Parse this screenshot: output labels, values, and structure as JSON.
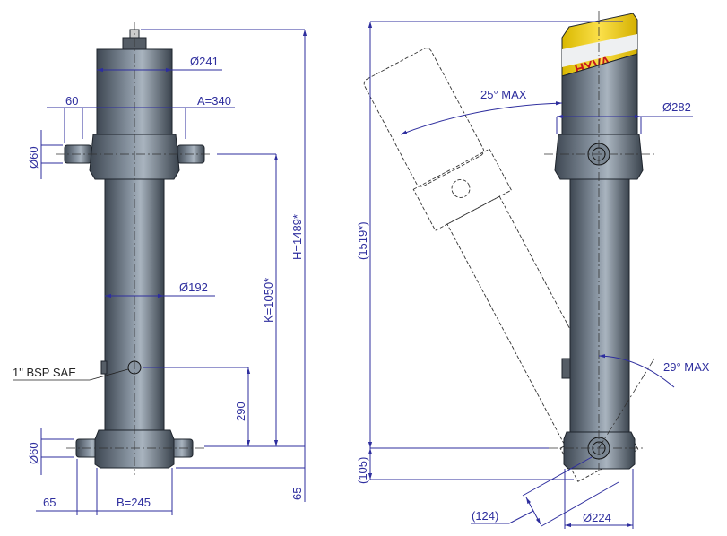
{
  "colors": {
    "dimension": "#2e2e9e",
    "steel": "#5f6b78",
    "yellow": "#f2d21b",
    "logo_red": "#c4161c"
  },
  "left_view": {
    "dia_top": "Ø241",
    "trunnion_offset": "60",
    "trunnion_span": "A=340",
    "trunnion_dia_top": "Ø60",
    "tube_dia": "Ø192",
    "port_label": "1\" BSP SAE",
    "k_height": "K=1050*",
    "h_height": "H=1489*",
    "port_height": "290",
    "bottom_offset_v": "65",
    "bottom_width": "B=245",
    "bottom_offset_h": "65",
    "trunnion_dia_bottom": "Ø60"
  },
  "right_view": {
    "total_height": "(1519*)",
    "tilt_forward": "25° MAX",
    "collar_dia": "Ø282",
    "tilt_back": "29° MAX",
    "base_height": "(105)",
    "swing_radius": "(124)",
    "base_dia": "Ø224",
    "logo": "HYVA"
  }
}
